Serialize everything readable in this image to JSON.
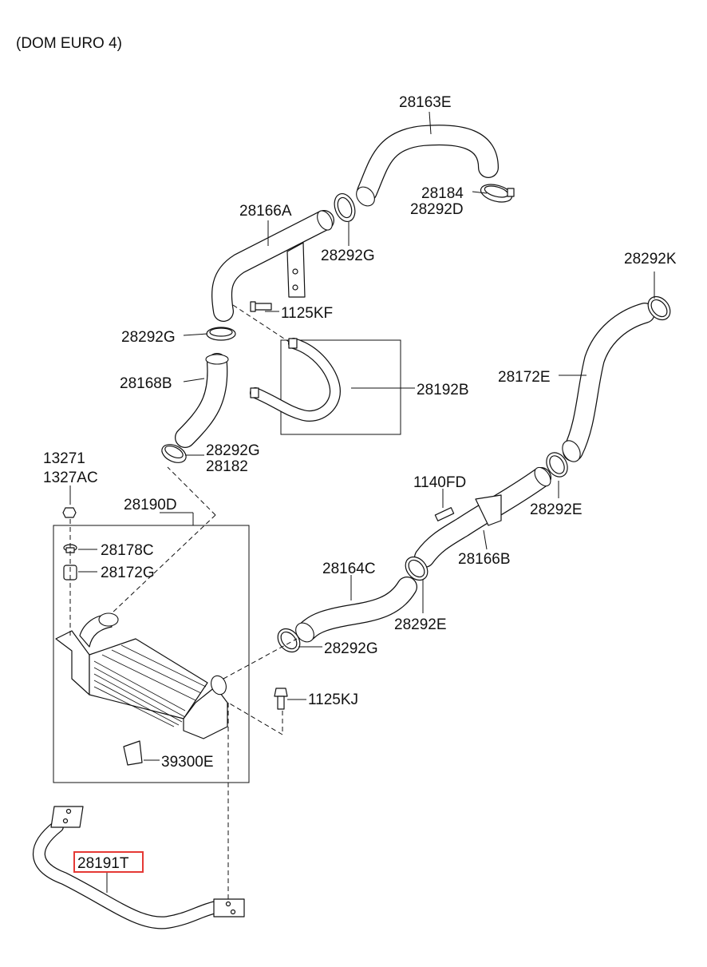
{
  "header": {
    "title": "(DOM EURO 4)"
  },
  "parts": {
    "p28163E": "28163E",
    "p28184": "28184",
    "p28292D": "28292D",
    "p28166A": "28166A",
    "p28292G_top": "28292G",
    "p1125KF": "1125KF",
    "p28292G_left": "28292G",
    "p28168B": "28168B",
    "p28192B": "28192B",
    "p28292K": "28292K",
    "p28172E": "28172E",
    "p28292G_mid": "28292G",
    "p28182": "28182",
    "p13271": "13271",
    "p1327AC": "1327AC",
    "p28190D": "28190D",
    "p1140FD": "1140FD",
    "p28292E_right": "28292E",
    "p28178C": "28178C",
    "p28172G": "28172G",
    "p28166B": "28166B",
    "p28164C": "28164C",
    "p28292E_mid": "28292E",
    "p28292G_low": "28292G",
    "p1125KJ": "1125KJ",
    "p39300E": "39300E",
    "p28191T": "28191T"
  },
  "highlight": {
    "part": "28191T",
    "color": "#e53935"
  }
}
